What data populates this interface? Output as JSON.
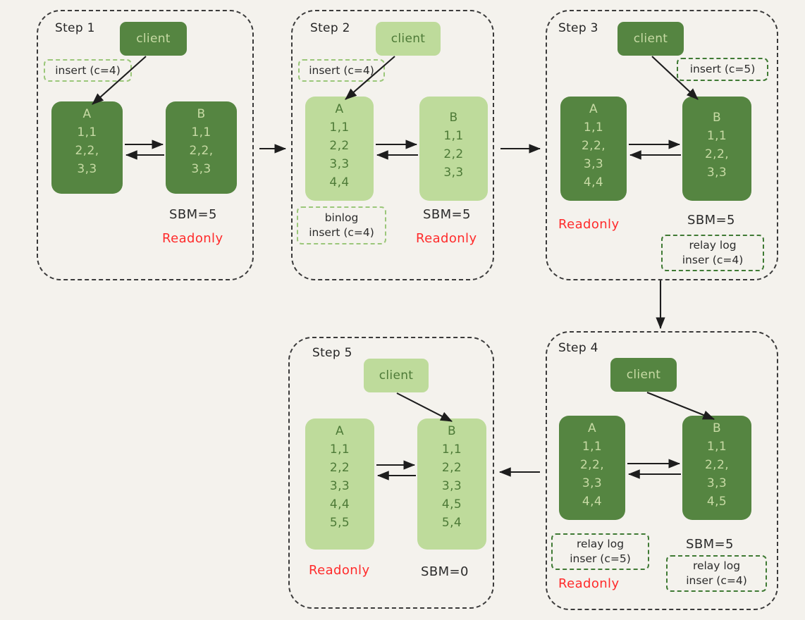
{
  "theme": {
    "background": "#f4f2ed",
    "dark_green": "#558541",
    "light_green": "#bedb9b",
    "dark_green_text": "#c7daa4",
    "light_green_text": "#4d7a37",
    "panel_border": "#3a3a3a",
    "tag_border_light": "#9bc77a",
    "tag_border_dark": "#3f7a34",
    "readonly_color": "#ff2b2b",
    "text_color": "#2b2b2b"
  },
  "steps": [
    {
      "id": "step1",
      "label": "Step 1",
      "client_label": "client",
      "client_style": "dark",
      "node_a": {
        "title": "A",
        "rows": [
          "1,1",
          "2,2,",
          "3,3"
        ],
        "style": "dark"
      },
      "node_b": {
        "title": "B",
        "rows": [
          "1,1",
          "2,2,",
          "3,3"
        ],
        "style": "dark"
      },
      "tag_insert": {
        "lines": [
          "insert (c=4)"
        ],
        "border": "light"
      },
      "sbm": "SBM=5",
      "readonly": "Readonly"
    },
    {
      "id": "step2",
      "label": "Step 2",
      "client_label": "client",
      "client_style": "light",
      "node_a": {
        "title": "A",
        "rows": [
          "1,1",
          "2,2",
          "3,3",
          "4,4"
        ],
        "style": "light"
      },
      "node_b": {
        "title": "B",
        "rows": [
          "1,1",
          "2,2",
          "3,3"
        ],
        "style": "light"
      },
      "tag_insert": {
        "lines": [
          "insert (c=4)"
        ],
        "border": "light"
      },
      "tag_binlog": {
        "lines": [
          "binlog",
          "insert (c=4)"
        ],
        "border": "light"
      },
      "sbm": "SBM=5",
      "readonly": "Readonly"
    },
    {
      "id": "step3",
      "label": "Step 3",
      "client_label": "client",
      "client_style": "dark",
      "node_a": {
        "title": "A",
        "rows": [
          "1,1",
          "2,2,",
          "3,3",
          "4,4"
        ],
        "style": "dark"
      },
      "node_b": {
        "title": "B",
        "rows": [
          "1,1",
          "2,2,",
          "3,3"
        ],
        "style": "dark"
      },
      "tag_insert": {
        "lines": [
          "insert (c=5)"
        ],
        "border": "dark"
      },
      "tag_relay_b": {
        "lines": [
          "relay log",
          "inser (c=4)"
        ],
        "border": "dark"
      },
      "sbm": "SBM=5",
      "readonly": "Readonly"
    },
    {
      "id": "step4",
      "label": "Step 4",
      "client_label": "client",
      "client_style": "dark",
      "node_a": {
        "title": "A",
        "rows": [
          "1,1",
          "2,2,",
          "3,3",
          "4,4"
        ],
        "style": "dark"
      },
      "node_b": {
        "title": "B",
        "rows": [
          "1,1",
          "2,2,",
          "3,3",
          "4,5"
        ],
        "style": "dark"
      },
      "tag_relay_a": {
        "lines": [
          "relay log",
          "inser (c=5)"
        ],
        "border": "dark"
      },
      "tag_relay_b": {
        "lines": [
          "relay log",
          "inser (c=4)"
        ],
        "border": "dark"
      },
      "sbm": "SBM=5",
      "readonly": "Readonly"
    },
    {
      "id": "step5",
      "label": "Step 5",
      "client_label": "client",
      "client_style": "light",
      "node_a": {
        "title": "A",
        "rows": [
          "1,1",
          "2,2",
          "3,3",
          "4,4",
          "5,5"
        ],
        "style": "light"
      },
      "node_b": {
        "title": "B",
        "rows": [
          "1,1",
          "2,2",
          "3,3",
          "4,5",
          "5,4"
        ],
        "style": "light"
      },
      "sbm": "SBM=0",
      "readonly": "Readonly"
    }
  ],
  "connectors": [
    {
      "name": "step1-to-step2",
      "direction": "right"
    },
    {
      "name": "step2-to-step3",
      "direction": "right"
    },
    {
      "name": "step3-to-step4",
      "direction": "down"
    },
    {
      "name": "step4-to-step5",
      "direction": "left"
    }
  ]
}
